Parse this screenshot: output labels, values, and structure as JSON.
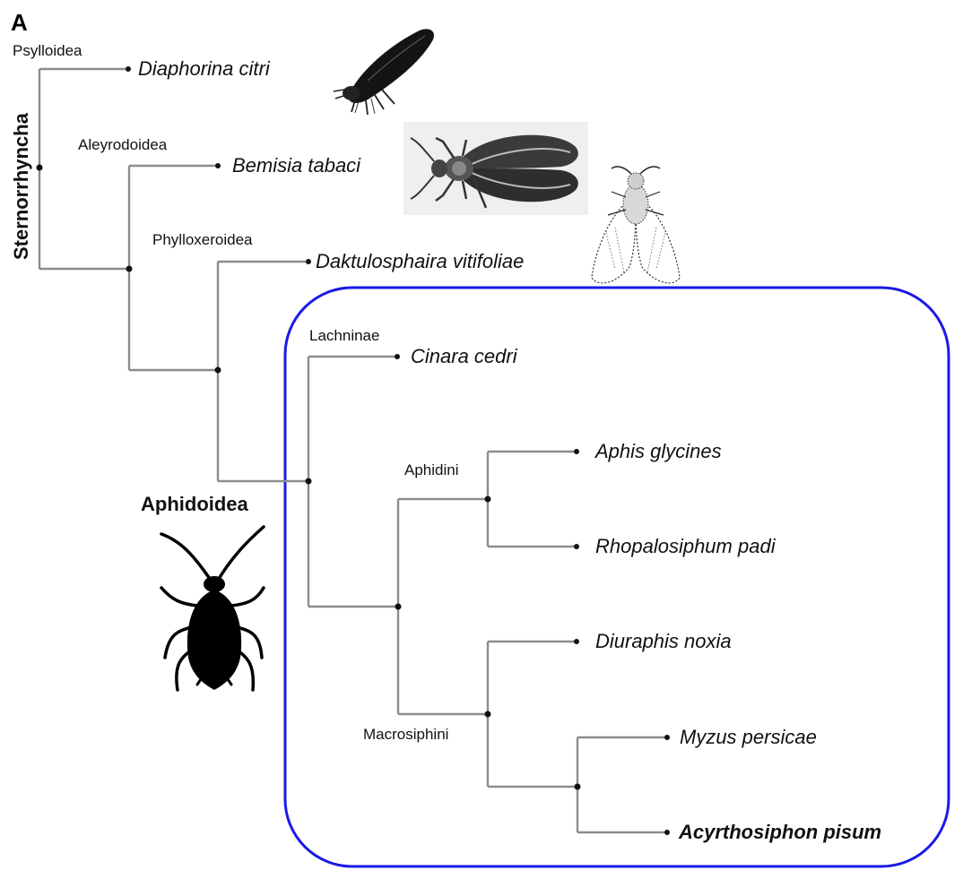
{
  "panel_label": "A",
  "clades": {
    "sternorrhyncha": "Sternorrhyncha",
    "psylloidea": "Psylloidea",
    "aleyrodoidea": "Aleyrodoidea",
    "phylloxeroidea": "Phylloxeroidea",
    "aphidoidea": "Aphidoidea",
    "lachninae": "Lachninae",
    "aphidini": "Aphidini",
    "macrosiphini": "Macrosiphini"
  },
  "species": {
    "diaphorina": "Diaphorina citri",
    "bemisia": "Bemisia tabaci",
    "daktulosphaira": "Daktulosphaira vitifoliae",
    "cinara": "Cinara cedri",
    "aphis": "Aphis glycines",
    "rhopalosiphum": "Rhopalosiphum padi",
    "diuraphis": "Diuraphis noxia",
    "myzus": "Myzus persicae",
    "acyrthosiphon": "Acyrthosiphon pisum"
  },
  "colors": {
    "branch": "#8c8c8c",
    "aphid_box": "#1a1ae6",
    "text": "#111111"
  },
  "illustrations": [
    "psyllid-icon",
    "whitefly-icon",
    "phylloxera-icon",
    "aphid-silhouette-icon"
  ]
}
